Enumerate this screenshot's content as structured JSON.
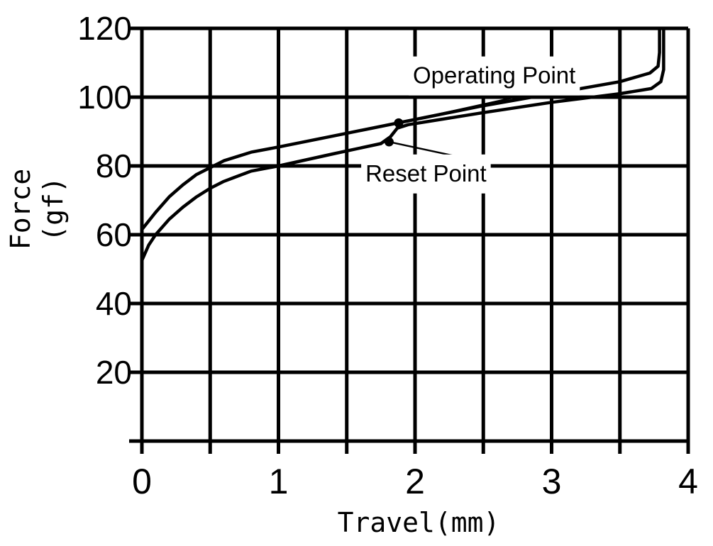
{
  "chart_data": {
    "type": "line",
    "xlabel": "Travel(mm)",
    "ylabel_line1": "Force",
    "ylabel_line2": "(gf)",
    "xlim": [
      0,
      4
    ],
    "ylim": [
      0,
      120
    ],
    "x_ticks": [
      "0",
      "1",
      "2",
      "3",
      "4"
    ],
    "y_ticks": [
      "20",
      "40",
      "60",
      "80",
      "100",
      "120"
    ],
    "grid": true,
    "grid_step": {
      "x": 0.5,
      "y": 20
    },
    "series": [
      {
        "points": [
          [
            0,
            61.5
          ],
          [
            0.1,
            66.5
          ],
          [
            0.2,
            71
          ],
          [
            0.3,
            74.5
          ],
          [
            0.4,
            77.5
          ],
          [
            0.5,
            79.5
          ],
          [
            0.6,
            81.5
          ],
          [
            0.8,
            84
          ],
          [
            1.0,
            85.5
          ],
          [
            1.5,
            89.5
          ],
          [
            2.0,
            93.5
          ],
          [
            2.5,
            97.5
          ],
          [
            3.0,
            101
          ],
          [
            3.5,
            104.5
          ],
          [
            3.72,
            107
          ],
          [
            3.78,
            109
          ],
          [
            3.79,
            113
          ],
          [
            3.79,
            120
          ]
        ]
      },
      {
        "points": [
          [
            0,
            52.5
          ],
          [
            0.05,
            57
          ],
          [
            0.1,
            60
          ],
          [
            0.2,
            64.5
          ],
          [
            0.3,
            68
          ],
          [
            0.4,
            71
          ],
          [
            0.5,
            73.5
          ],
          [
            0.6,
            75.5
          ],
          [
            0.7,
            77
          ],
          [
            0.8,
            78.5
          ],
          [
            1.0,
            80
          ],
          [
            1.4,
            83.5
          ],
          [
            1.75,
            86.5
          ],
          [
            1.82,
            88.5
          ],
          [
            1.87,
            91
          ],
          [
            1.95,
            92
          ],
          [
            2.5,
            95.5
          ],
          [
            3.0,
            98.5
          ],
          [
            3.5,
            101
          ],
          [
            3.73,
            102.5
          ],
          [
            3.8,
            104.5
          ],
          [
            3.82,
            108
          ],
          [
            3.82,
            120
          ]
        ]
      }
    ],
    "annotations": [
      {
        "text": "Operating Point",
        "point": [
          1.88,
          92.5
        ],
        "label_anchor": [
          2.58,
          104
        ]
      },
      {
        "text": "Reset Point",
        "point": [
          1.81,
          87
        ],
        "label_anchor": [
          2.08,
          75.5
        ]
      }
    ]
  }
}
